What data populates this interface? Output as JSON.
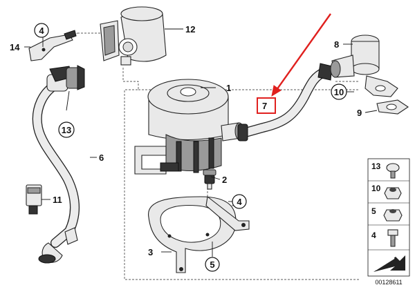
{
  "callouts": {
    "c1": "1",
    "c2": "2",
    "c3": "3",
    "c4_top": "4",
    "c4_right": "4",
    "c5": "5",
    "c6": "6",
    "c7": "7",
    "c8": "8",
    "c9": "9",
    "c10": "10",
    "c11": "11",
    "c12": "12",
    "c13": "13",
    "c14": "14"
  },
  "legend": {
    "items": [
      {
        "num": "13"
      },
      {
        "num": "10"
      },
      {
        "num": "5"
      },
      {
        "num": "4"
      }
    ],
    "part_number": "00128611"
  },
  "colors": {
    "highlight": "#e0201e",
    "line": "#111111",
    "part_fill": "#e9e9e9"
  }
}
